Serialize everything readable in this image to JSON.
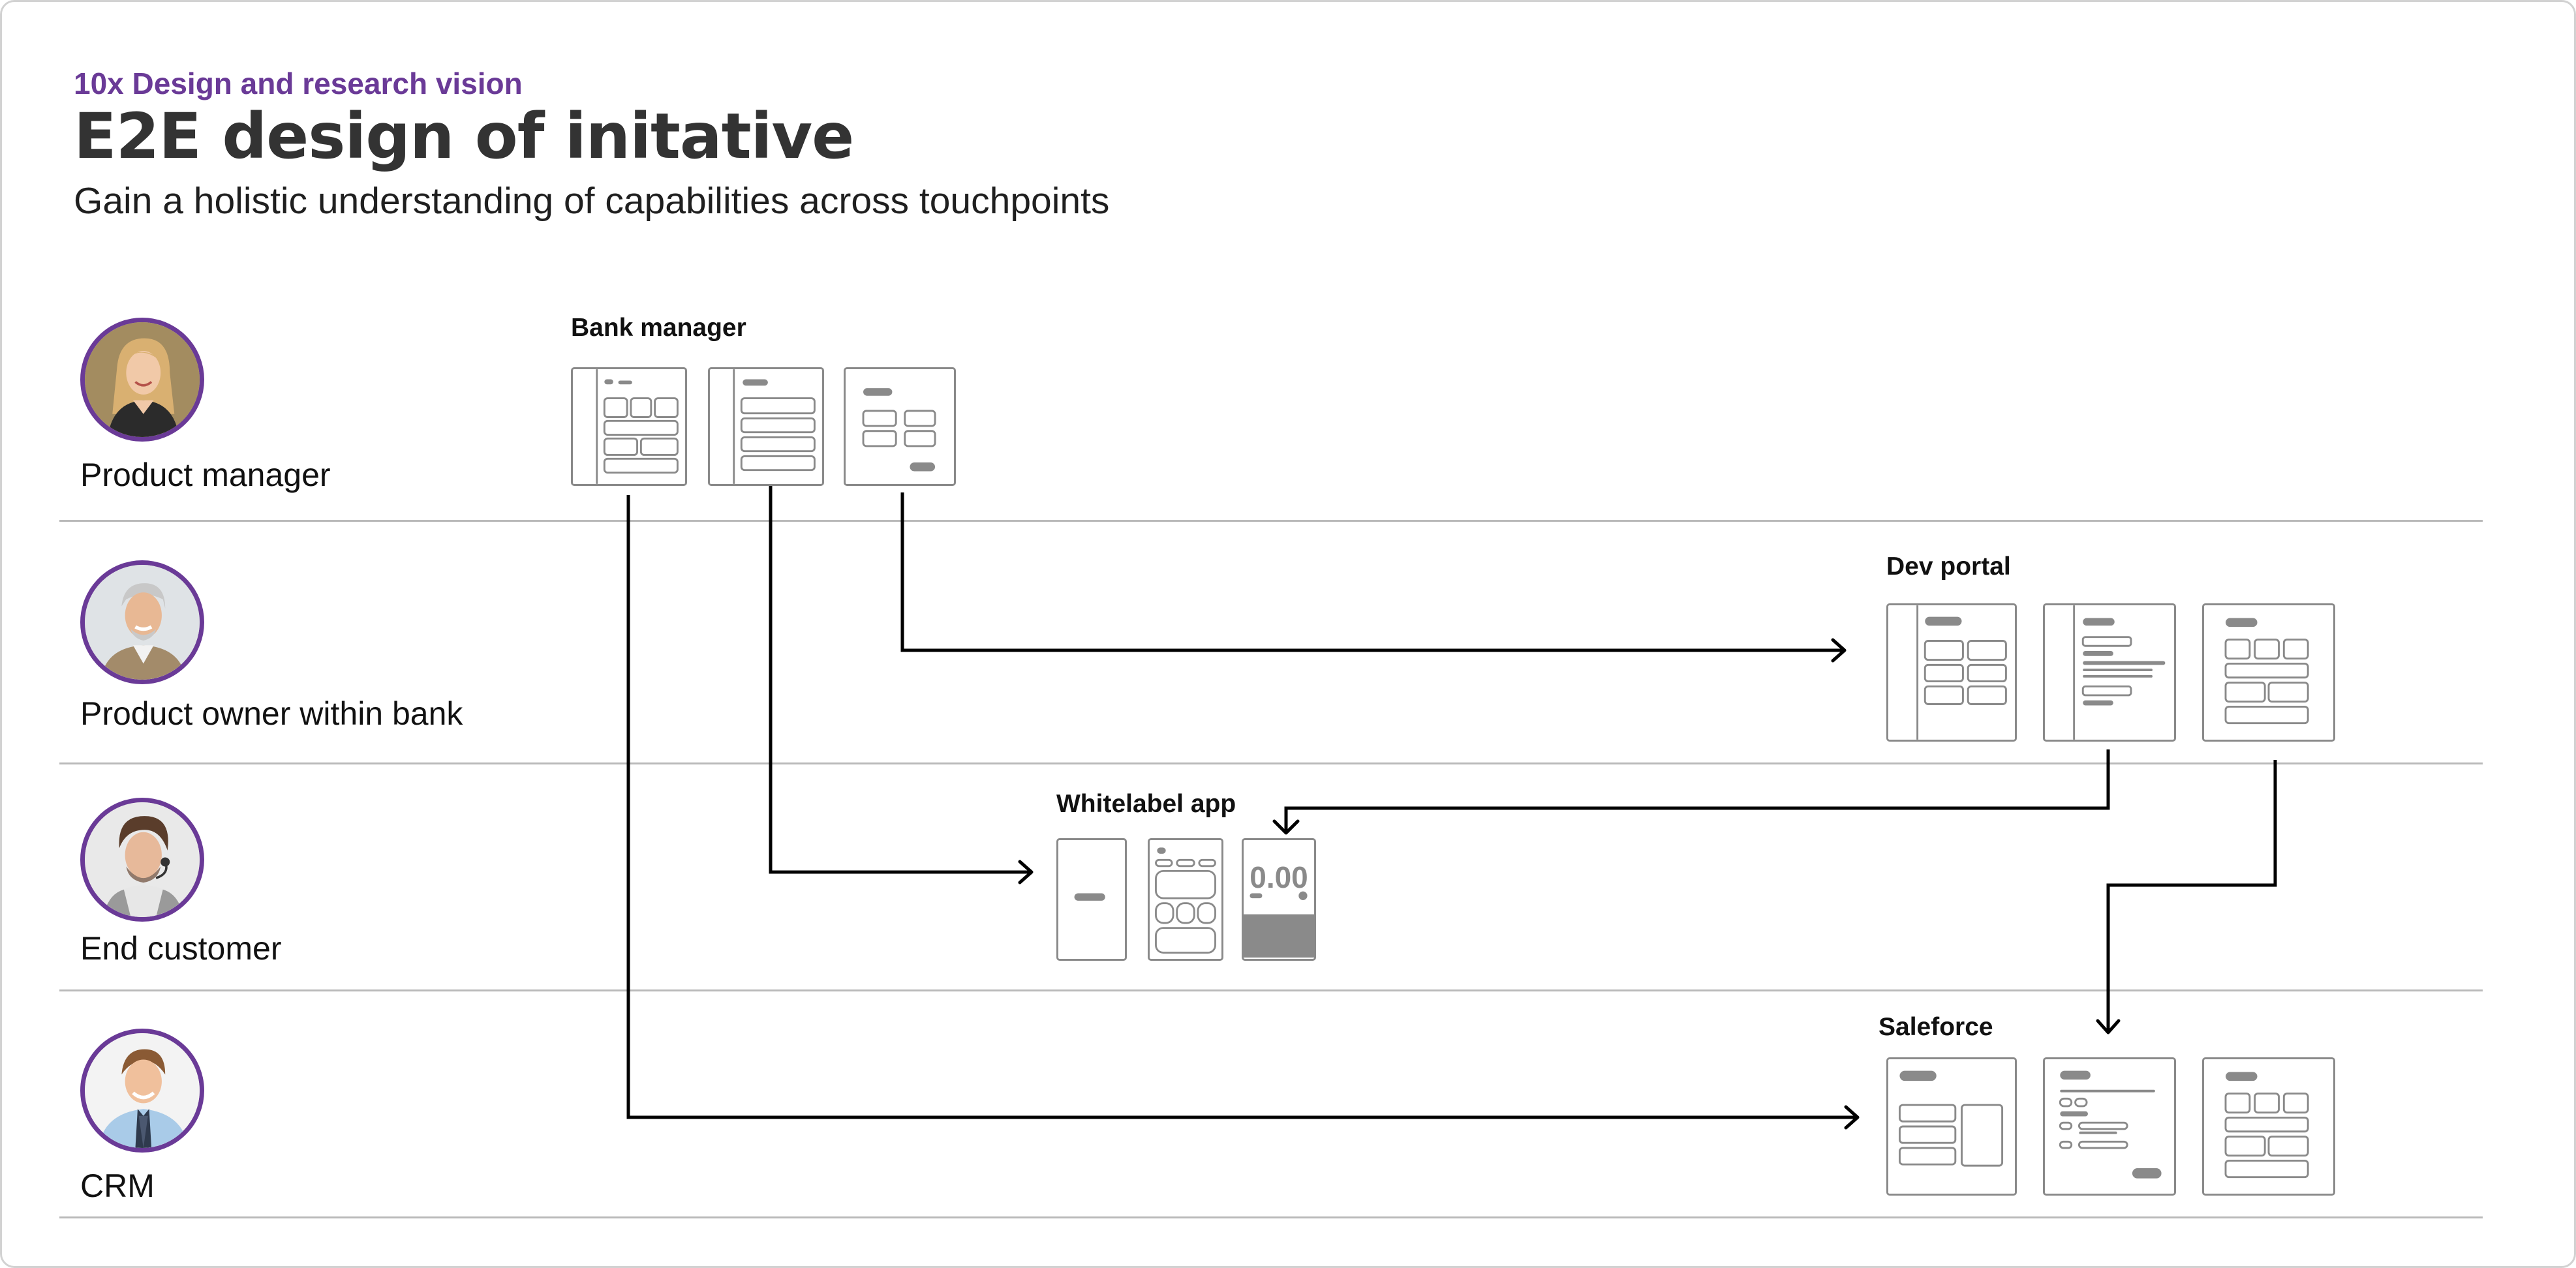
{
  "header": {
    "eyebrow": "10x Design and research vision",
    "title": "E2E design of initative",
    "subtitle": "Gain a holistic understanding of capabilities across touchpoints"
  },
  "personas": [
    {
      "label": "Product manager",
      "avatar_icon": "woman-portrait-icon"
    },
    {
      "label": "Product owner within bank",
      "avatar_icon": "gray-haired-man-portrait-icon"
    },
    {
      "label": "End customer",
      "avatar_icon": "young-man-portrait-icon"
    },
    {
      "label": "CRM",
      "avatar_icon": "man-with-tie-portrait-icon"
    }
  ],
  "groups": {
    "bank_manager": "Bank manager",
    "dev_portal": "Dev portal",
    "whitelabel_app": "Whitelabel app",
    "salesforce": "Saleforce"
  },
  "whitelabel": {
    "balance": "0.00"
  },
  "colors": {
    "accent": "#6a3a97",
    "wireframe_stroke": "#8a8a8a",
    "lane_divider": "#b9b9b9",
    "connector": "#000000"
  }
}
